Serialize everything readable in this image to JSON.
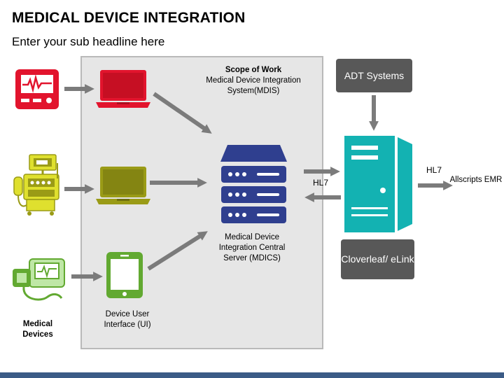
{
  "title": "MEDICAL DEVICE INTEGRATION",
  "subtitle": "Enter your sub headline here",
  "scope": {
    "title": "Scope of Work",
    "subtitle": "Medical Device Integration System(MDIS)"
  },
  "server_label": "Medical Device Integration Central Server (MDICS)",
  "device_ui_label": "Device User Interface (UI)",
  "devices_label": "Medical Devices",
  "adt_label": "ADT Systems",
  "cloverleaf_label": "Cloverleaf/ eLink",
  "hl7_left": "HL7",
  "hl7_right": "HL7",
  "emr_label": "Allscripts EMR",
  "colors": {
    "red": "#e2142d",
    "olive": "#9a9b16",
    "green": "#62a931",
    "navy": "#2f3f8f",
    "teal": "#13b2b2",
    "arrow": "#7b7b7b",
    "footer": "#3b5b86"
  }
}
